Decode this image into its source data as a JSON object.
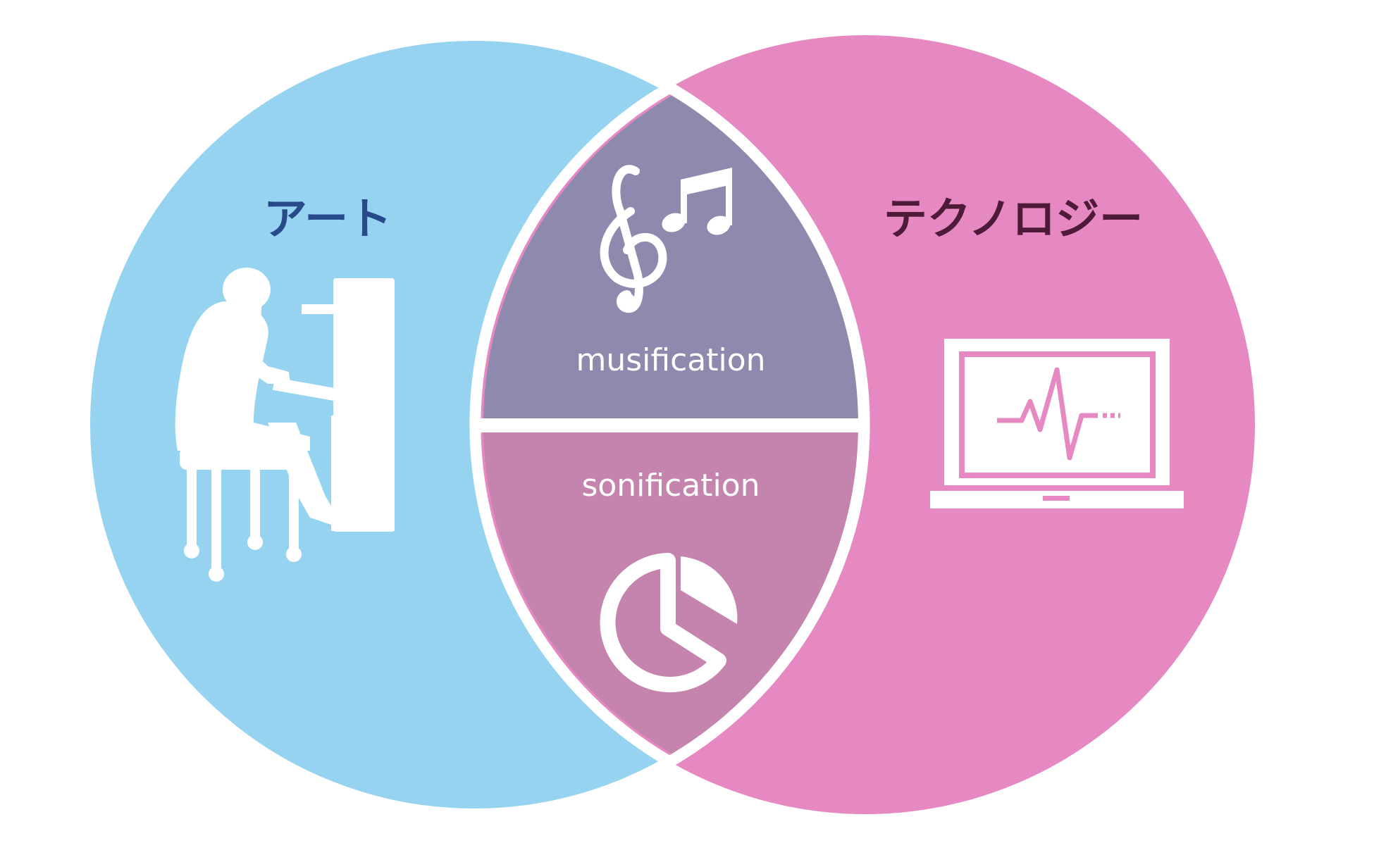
{
  "diagram": {
    "left_set": {
      "label": "アート",
      "icon": "pianist-icon",
      "fill": "#96d3f1",
      "label_color": "#264a8a"
    },
    "right_set": {
      "label": "テクノロジー",
      "icon": "laptop-waveform-icon",
      "fill": "#e688c2",
      "label_color": "#4d1a37"
    },
    "intersection": {
      "outline_color": "#ffffff",
      "upper": {
        "label": "musification",
        "icon": "music-notes-icon",
        "fill": "#8e8aae"
      },
      "lower": {
        "label": "sonification",
        "icon": "pie-chart-icon",
        "fill": "#c584ad"
      }
    }
  }
}
